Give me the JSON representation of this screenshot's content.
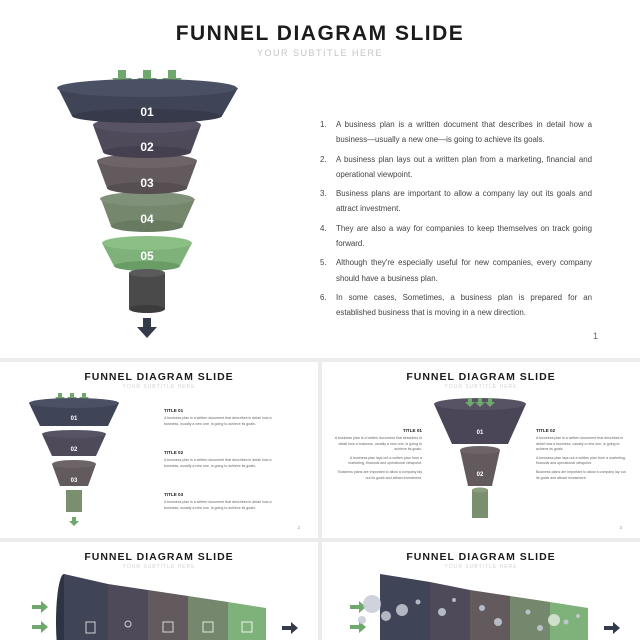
{
  "main": {
    "title": "FUNNEL DIAGRAM SLIDE",
    "subtitle": "YOUR SUBTITLE HERE",
    "page": "1",
    "stages": [
      "01",
      "02",
      "03",
      "04",
      "05"
    ],
    "points": [
      {
        "num": "1.",
        "text": "A business plan is a written document that describes in detail how a business—usually a new one—is going to achieve its goals."
      },
      {
        "num": "2.",
        "text": "A business plan lays out a written plan from a marketing, financial and operational viewpoint."
      },
      {
        "num": "3.",
        "text": "Business plans are important to allow a company lay out its goals and attract investment."
      },
      {
        "num": "4.",
        "text": "They are also a way for companies to keep themselves on track going forward."
      },
      {
        "num": "5.",
        "text": "Although they're especially useful for new companies, every company should have a business plan."
      },
      {
        "num": "6.",
        "text": "In some cases, Sometimes, a business plan is prepared for an established business that is moving in a new direction."
      }
    ]
  },
  "slide2": {
    "title": "FUNNEL DIAGRAM SLIDE",
    "subtitle": "YOUR SUBTITLE HERE",
    "page": "2",
    "stages": [
      "01",
      "02",
      "03"
    ],
    "items": [
      {
        "title": "TITLE 01",
        "body": "A business plan is a written document that describes in detail how a business, usually a new one, is going to achieve its goals."
      },
      {
        "title": "TITLE 02",
        "body": "A business plan is a written document that describes in detail how a business, usually a new one, is going to achieve its goals."
      },
      {
        "title": "TITLE 03",
        "body": "A business plan is a written document that describes in detail how a business, usually a new one, is going to achieve its goals."
      }
    ]
  },
  "slide3": {
    "title": "FUNNEL DIAGRAM SLIDE",
    "subtitle": "YOUR SUBTITLE HERE",
    "page": "3",
    "stages": [
      "01",
      "02"
    ],
    "left": {
      "title": "TITLE 01",
      "paras": [
        "A business plan is a written document that describes in detail how a business, usually a new one, is going to achieve its goals.",
        "A business plan lays out a written plan from a marketing, financial and operational viewpoint.",
        "Business plans are important to allow a company lay out its goals and attract investment."
      ]
    },
    "right": {
      "title": "TITLE 02",
      "paras": [
        "A business plan is a written document that describes in detail how a business, usually a new one, is going to achieve its goals.",
        "A business plan lays out a written plan from a marketing, financial and operational viewpoint.",
        "Business plans are important to allow a company lay out its goals and attract investment."
      ]
    }
  },
  "slide4": {
    "title": "FUNNEL DIAGRAM SLIDE",
    "subtitle": "YOUR SUBTITLE HERE"
  },
  "slide5": {
    "title": "FUNNEL DIAGRAM SLIDE",
    "subtitle": "YOUR SUBTITLE HERE"
  },
  "colors": {
    "stage1": "#3f4457",
    "stage2": "#4e4a5a",
    "stage3": "#625a5d",
    "stage4": "#75876c",
    "stage5": "#7fb27a",
    "neck": "#4a4a4a",
    "arrow_green": "#6fa86d",
    "arrow_dark": "#363b4c"
  }
}
